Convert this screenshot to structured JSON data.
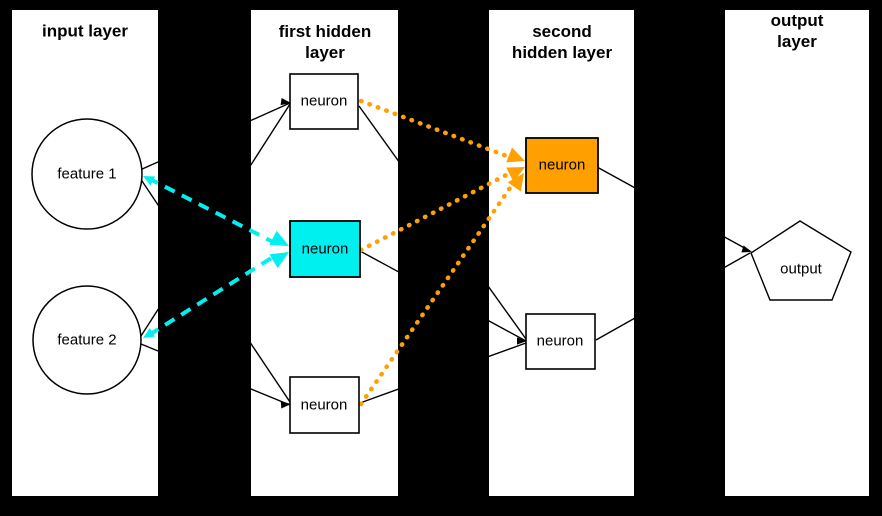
{
  "diagram": {
    "kind": "feed-forward neural network",
    "layers": [
      {
        "title": "input layer",
        "nodes": [
          {
            "label": "feature 1",
            "shape": "circle"
          },
          {
            "label": "feature 2",
            "shape": "circle"
          }
        ]
      },
      {
        "title": "first hidden\nlayer",
        "nodes": [
          {
            "label": "neuron",
            "shape": "rect"
          },
          {
            "label": "neuron",
            "shape": "rect",
            "highlight": "cyan"
          },
          {
            "label": "neuron",
            "shape": "rect"
          }
        ]
      },
      {
        "title": "second\nhidden layer",
        "nodes": [
          {
            "label": "neuron",
            "shape": "rect",
            "highlight": "orange"
          },
          {
            "label": "neuron",
            "shape": "rect"
          }
        ]
      },
      {
        "title": "output layer",
        "nodes": [
          {
            "label": "output",
            "shape": "pentagon"
          }
        ]
      }
    ],
    "colors": {
      "background": "#000000",
      "panel": "#ffffff",
      "node_fill": "#ffffff",
      "node_border": "#000000",
      "edge": "#000000",
      "highlight_cyan": "#00f0f0",
      "highlight_orange": "#ffa000"
    }
  }
}
